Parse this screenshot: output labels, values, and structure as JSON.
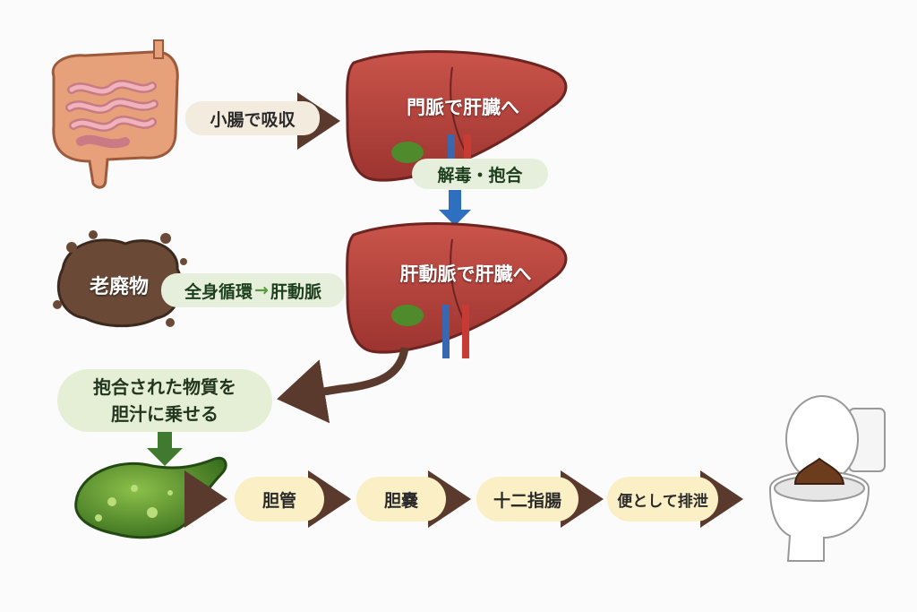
{
  "labels": {
    "small_intestine": "小腸で吸収",
    "portal_vein": "門脈で肝臓へ",
    "detox": "解毒・抱合",
    "hepatic_artery_to_liver": "肝動脈で肝臓へ",
    "waste": "老廃物",
    "circulation": "全身循環",
    "circulation_arrow": "→",
    "hepatic_artery": "肝動脈",
    "conjugated_line1": "抱合された物質を",
    "conjugated_line2": "胆汁に乗せる",
    "bile_duct": "胆管",
    "gallbladder": "胆嚢",
    "duodenum": "十二指腸",
    "excretion": "便として排泄"
  },
  "colors": {
    "liver": "#b5423a",
    "vein": "#3a68b0",
    "artery": "#c83a34",
    "flow_arrow": "#5a3a2c",
    "blue_arrow": "#2f6fc0",
    "green_arrow": "#3f7a2e"
  }
}
